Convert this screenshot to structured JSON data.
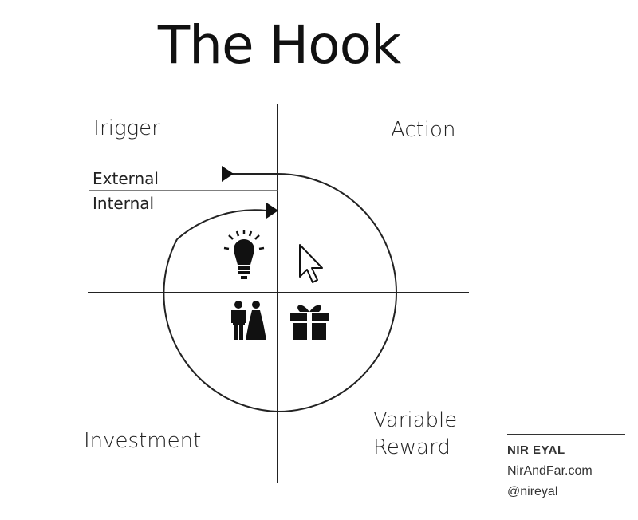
{
  "title": "The Hook",
  "quadrants": {
    "trigger": "Trigger",
    "action": "Action",
    "investment": "Investment",
    "variable_reward": [
      "Variable",
      "Reward"
    ]
  },
  "trigger_types": {
    "external": "External",
    "internal": "Internal"
  },
  "icons": {
    "trigger": "lightbulb-icon",
    "action": "cursor-icon",
    "investment": "couple-icon",
    "reward": "gift-icon"
  },
  "credit": {
    "name": "NIR EYAL",
    "site": "NirAndFar.com",
    "handle": "@nireyal"
  }
}
